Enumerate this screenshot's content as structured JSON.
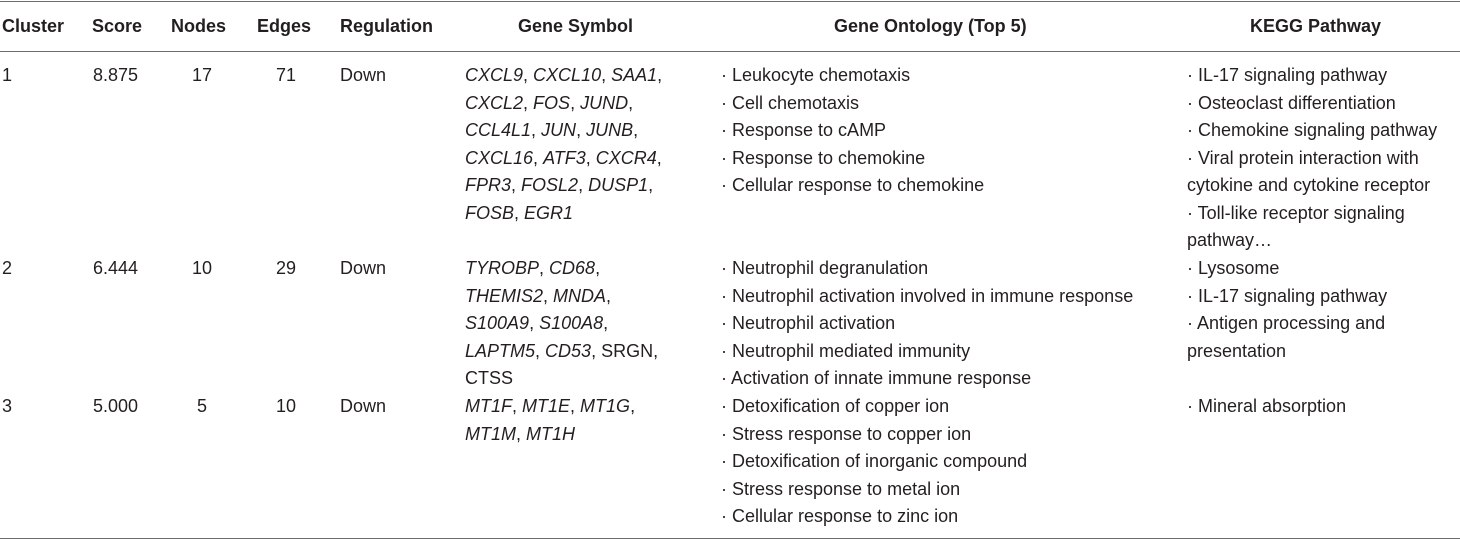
{
  "table": {
    "headers": {
      "cluster": "Cluster",
      "score": "Score",
      "nodes": "Nodes",
      "edges": "Edges",
      "regulation": "Regulation",
      "gene_symbol": "Gene Symbol",
      "gene_ontology": "Gene Ontology (Top 5)",
      "kegg": "KEGG Pathway"
    },
    "rows": [
      {
        "cluster": "1",
        "score": "8.875",
        "nodes": "17",
        "edges": "71",
        "regulation": "Down",
        "gene_lines": [
          [
            {
              "t": "CXCL9",
              "i": true
            },
            {
              "t": ", ",
              "i": false
            },
            {
              "t": "CXCL10",
              "i": true
            },
            {
              "t": ", ",
              "i": false
            },
            {
              "t": "SAA1",
              "i": true
            },
            {
              "t": ",",
              "i": false
            }
          ],
          [
            {
              "t": "CXCL2",
              "i": true
            },
            {
              "t": ", ",
              "i": false
            },
            {
              "t": "FOS",
              "i": true
            },
            {
              "t": ", ",
              "i": false
            },
            {
              "t": "JUND",
              "i": true
            },
            {
              "t": ",",
              "i": false
            }
          ],
          [
            {
              "t": "CCL4L1",
              "i": true
            },
            {
              "t": ", ",
              "i": false
            },
            {
              "t": "JUN",
              "i": true
            },
            {
              "t": ", ",
              "i": false
            },
            {
              "t": "JUNB",
              "i": true
            },
            {
              "t": ",",
              "i": false
            }
          ],
          [
            {
              "t": "CXCL16",
              "i": true
            },
            {
              "t": ", ",
              "i": false
            },
            {
              "t": "ATF3",
              "i": true
            },
            {
              "t": ", ",
              "i": false
            },
            {
              "t": "CXCR4",
              "i": true
            },
            {
              "t": ",",
              "i": false
            }
          ],
          [
            {
              "t": "FPR3",
              "i": true
            },
            {
              "t": ", ",
              "i": false
            },
            {
              "t": "FOSL2",
              "i": true
            },
            {
              "t": ", ",
              "i": false
            },
            {
              "t": "DUSP1",
              "i": true
            },
            {
              "t": ",",
              "i": false
            }
          ],
          [
            {
              "t": "FOSB",
              "i": true
            },
            {
              "t": ", ",
              "i": false
            },
            {
              "t": "EGR1",
              "i": true
            }
          ]
        ],
        "ontology": [
          "· Leukocyte chemotaxis",
          "· Cell chemotaxis",
          "· Response to cAMP",
          "· Response to chemokine",
          "· Cellular response to chemokine"
        ],
        "kegg_lines": [
          "· IL-17 signaling pathway",
          "· Osteoclast differentiation",
          "· Chemokine signaling pathway",
          "· Viral protein interaction with",
          "cytokine and cytokine receptor",
          "· Toll-like receptor signaling",
          "pathway…"
        ]
      },
      {
        "cluster": "2",
        "score": "6.444",
        "nodes": "10",
        "edges": "29",
        "regulation": "Down",
        "gene_lines": [
          [
            {
              "t": "TYROBP",
              "i": true
            },
            {
              "t": ", ",
              "i": false
            },
            {
              "t": "CD68",
              "i": true
            },
            {
              "t": ",",
              "i": false
            }
          ],
          [
            {
              "t": "THEMIS2",
              "i": true
            },
            {
              "t": ", ",
              "i": false
            },
            {
              "t": "MNDA",
              "i": true
            },
            {
              "t": ",",
              "i": false
            }
          ],
          [
            {
              "t": "S100A9",
              "i": true
            },
            {
              "t": ", ",
              "i": false
            },
            {
              "t": "S100A8",
              "i": true
            },
            {
              "t": ",",
              "i": false
            }
          ],
          [
            {
              "t": "LAPTM5",
              "i": true
            },
            {
              "t": ", ",
              "i": false
            },
            {
              "t": "CD53",
              "i": true
            },
            {
              "t": ", SRGN,",
              "i": false
            }
          ],
          [
            {
              "t": "CTSS",
              "i": false
            }
          ]
        ],
        "ontology": [
          "· Neutrophil degranulation",
          "· Neutrophil activation involved in immune response",
          "· Neutrophil activation",
          "· Neutrophil mediated immunity",
          "· Activation of innate immune response"
        ],
        "kegg_lines": [
          "· Lysosome",
          "· IL-17 signaling pathway",
          "· Antigen processing and",
          "presentation"
        ]
      },
      {
        "cluster": "3",
        "score": "5.000",
        "nodes": "5",
        "edges": "10",
        "regulation": "Down",
        "gene_lines": [
          [
            {
              "t": "MT1F",
              "i": true
            },
            {
              "t": ", ",
              "i": false
            },
            {
              "t": "MT1E",
              "i": true
            },
            {
              "t": ", ",
              "i": false
            },
            {
              "t": "MT1G",
              "i": true
            },
            {
              "t": ",",
              "i": false
            }
          ],
          [
            {
              "t": "MT1M",
              "i": true
            },
            {
              "t": ", ",
              "i": false
            },
            {
              "t": "MT1H",
              "i": true
            }
          ]
        ],
        "ontology": [
          "· Detoxification of copper ion",
          "· Stress response to copper ion",
          "· Detoxification of inorganic compound",
          "· Stress response to metal ion",
          "· Cellular response to zinc ion"
        ],
        "kegg_lines": [
          "· Mineral absorption"
        ]
      }
    ]
  }
}
